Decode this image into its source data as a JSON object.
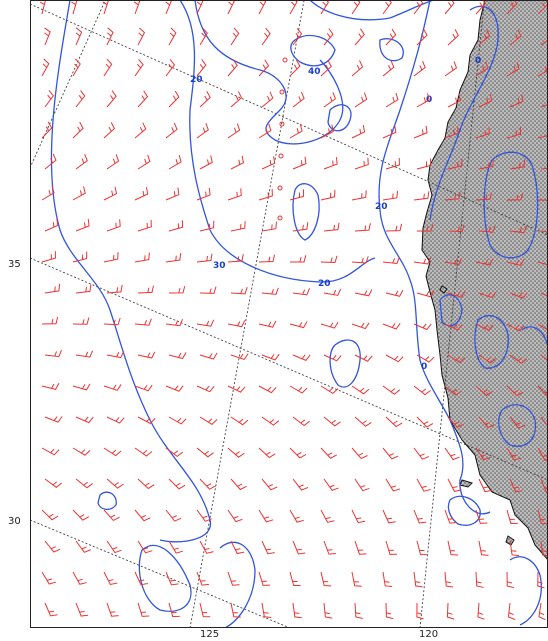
{
  "axes": {
    "lat_ticks": [
      "35",
      "30"
    ],
    "lon_ticks": [
      "125",
      "120"
    ]
  },
  "contours": {
    "labels": [
      "20",
      "40",
      "0",
      "20",
      "30",
      "20",
      "0"
    ],
    "color": "#3355dd"
  },
  "wind_barbs": {
    "color": "#ee3333",
    "calm_marker": "small circle"
  },
  "land": {
    "fill": "stippled gray",
    "coast_color": "#111111"
  },
  "grid_lines": {
    "style": "dotted",
    "color": "#444444"
  }
}
